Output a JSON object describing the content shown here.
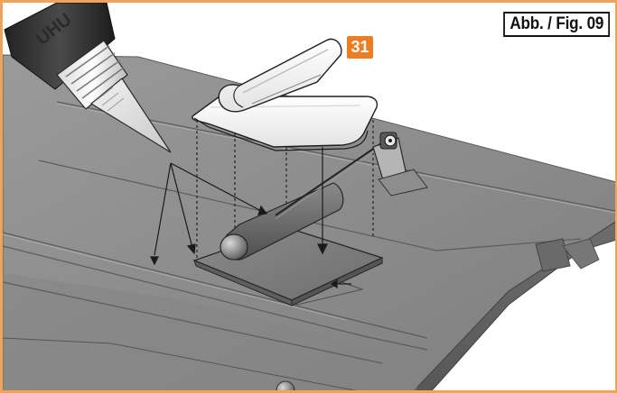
{
  "figure": {
    "label": "Abb. / Fig. 09",
    "part_number": "31",
    "tube_text": "UHU",
    "colors": {
      "frame_border": "#f2a25a",
      "badge": "#ee7d22",
      "wing_surface": "#8c8c8c",
      "label_text": "#111111"
    }
  }
}
